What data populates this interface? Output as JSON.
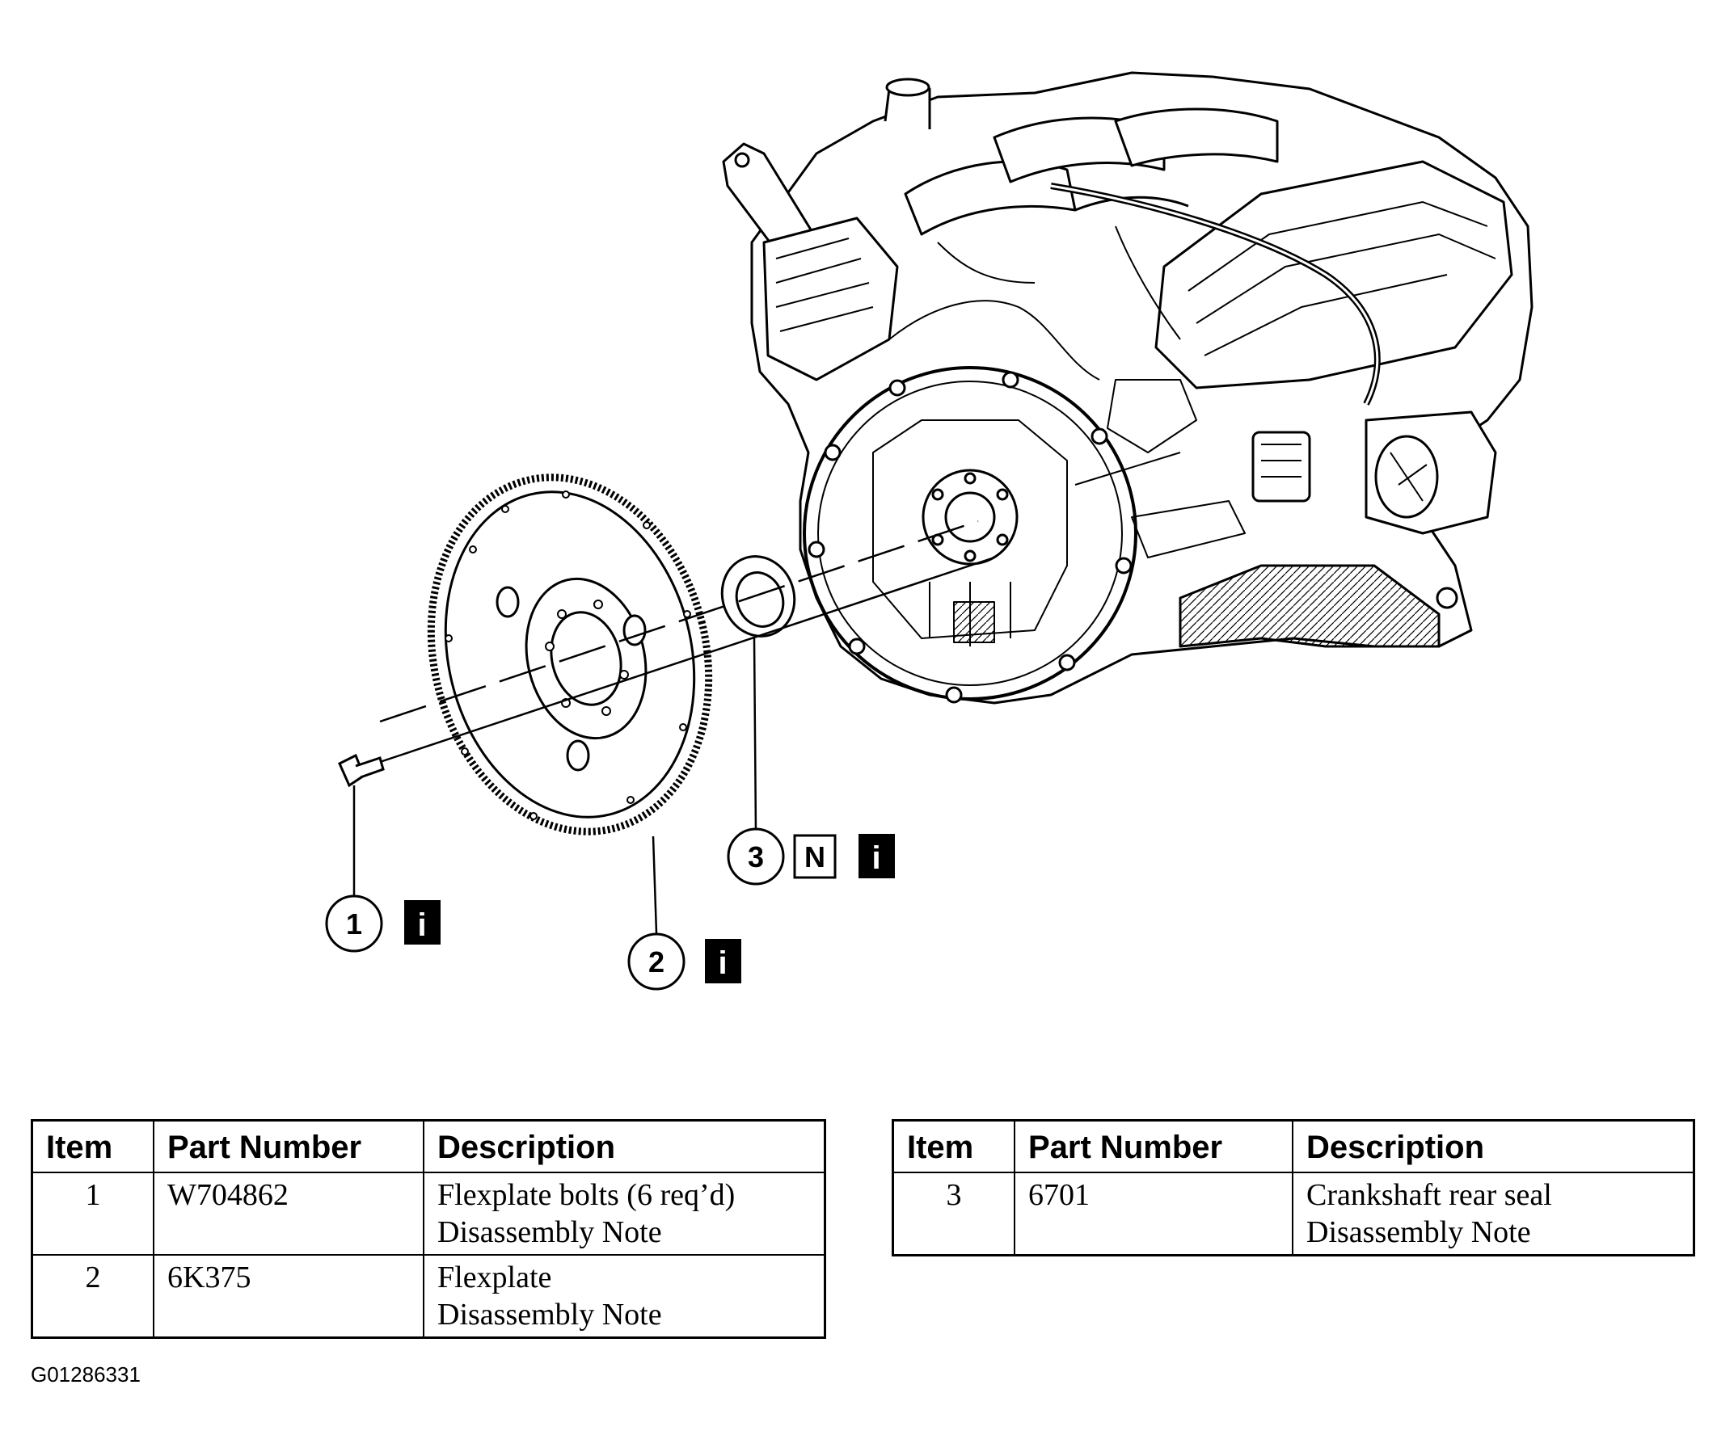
{
  "callouts": [
    {
      "number": "1",
      "badges": [
        "i"
      ]
    },
    {
      "number": "2",
      "badges": [
        "i"
      ]
    },
    {
      "number": "3",
      "badges": [
        "N",
        "i"
      ]
    }
  ],
  "tables": [
    {
      "headers": [
        "Item",
        "Part Number",
        "Description"
      ],
      "rows": [
        {
          "item": "1",
          "part_number": "W704862",
          "description": [
            "Flexplate bolts (6 req’d)",
            "Disassembly Note"
          ]
        },
        {
          "item": "2",
          "part_number": "6K375",
          "description": [
            "Flexplate",
            "Disassembly Note"
          ]
        }
      ]
    },
    {
      "headers": [
        "Item",
        "Part Number",
        "Description"
      ],
      "rows": [
        {
          "item": "3",
          "part_number": "6701",
          "description": [
            "Crankshaft rear seal",
            "Disassembly Note"
          ]
        }
      ]
    }
  ],
  "figure_id": "G01286331",
  "icons": [
    "engine-illustration",
    "flexplate-illustration",
    "rear-seal-illustration",
    "bolt-illustration",
    "info-icon",
    "new-part-icon"
  ]
}
